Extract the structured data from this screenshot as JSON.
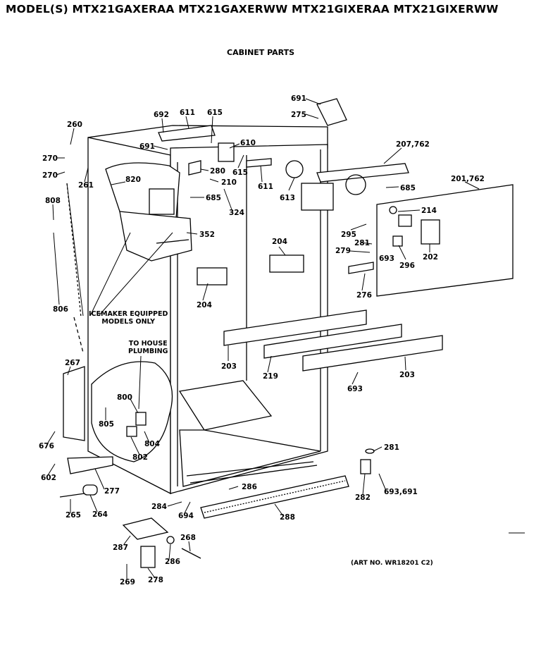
{
  "header": {
    "models": "MODEL(S) MTX21GAXERAA  MTX21GAXERWW  MTX21GIXERAA  MTX21GIXERWW",
    "section": "CABINET PARTS"
  },
  "notes": {
    "icemaker_1": "ICEMAKER EQUIPPED",
    "icemaker_2": "MODELS ONLY",
    "plumbing_1": "TO HOUSE",
    "plumbing_2": "PLUMBING"
  },
  "art_number": "(ART NO. WR18201 C2)",
  "callouts": [
    "691",
    "275",
    "692",
    "611",
    "615",
    "691",
    "610",
    "615",
    "611",
    "613",
    "207,762",
    "260",
    "270",
    "270",
    "261",
    "820",
    "280",
    "210",
    "685",
    "324",
    "685",
    "352",
    "201,762",
    "214",
    "295",
    "281",
    "693",
    "279",
    "202",
    "296",
    "276",
    "808",
    "806",
    "204",
    "204",
    "203",
    "219",
    "203",
    "693",
    "267",
    "800",
    "805",
    "804",
    "802",
    "676",
    "602",
    "277",
    "265",
    "264",
    "284",
    "694",
    "286",
    "288",
    "281",
    "693,691",
    "282",
    "287",
    "268",
    "286",
    "269",
    "278"
  ]
}
